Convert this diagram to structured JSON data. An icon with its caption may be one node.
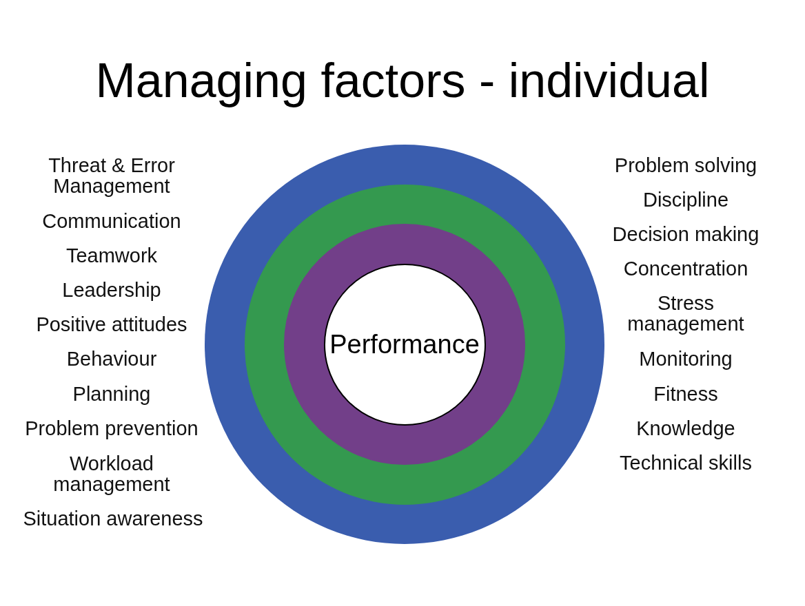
{
  "diagram": {
    "title": "Managing factors - individual",
    "nodes": [
      {
        "text": [],
        "shape": "circle"
      },
      {
        "text": [],
        "shape": "circle",
        "in": 0
      },
      {
        "text": [],
        "shape": "circle",
        "in": 1
      },
      {
        "text": [
          "Performance"
        ],
        "in": 2
      }
    ],
    "labels": [
      "Threat & Error Management",
      "Communication",
      "Teamwork",
      "Leadership",
      "Positive attitudes",
      "Behaviour",
      "Planning",
      "Problem prevention",
      "Workload management",
      "Situation awareness",
      "Problem solving",
      "Discipline",
      "Decision making",
      "Concentration",
      "Stress management",
      "Monitoring",
      "Fitness",
      "Knowledge",
      "Technical skills"
    ]
  }
}
